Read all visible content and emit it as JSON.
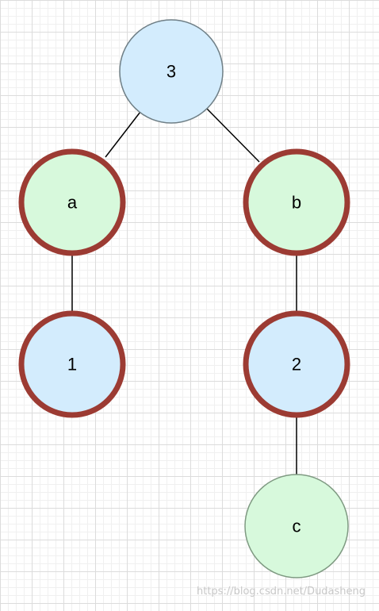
{
  "diagram": {
    "nodes": [
      {
        "id": "n3",
        "label": "3"
      },
      {
        "id": "na",
        "label": "a"
      },
      {
        "id": "nb",
        "label": "b"
      },
      {
        "id": "n1",
        "label": "1"
      },
      {
        "id": "n2",
        "label": "2"
      },
      {
        "id": "nc",
        "label": "c"
      }
    ],
    "edges": [
      {
        "from": "n3",
        "to": "na"
      },
      {
        "from": "n3",
        "to": "nb"
      },
      {
        "from": "na",
        "to": "n1"
      },
      {
        "from": "nb",
        "to": "n2"
      },
      {
        "from": "n2",
        "to": "nc"
      }
    ]
  },
  "colors": {
    "blue_fill": "#d3ecfd",
    "green_fill": "#d7f9dc",
    "highlight_stroke": "#9c3b33",
    "normal_stroke": "#6f7f86",
    "green_normal_stroke": "#7f9a82"
  },
  "watermark": {
    "text": "https://blog.csdn.net/Dudasheng"
  }
}
